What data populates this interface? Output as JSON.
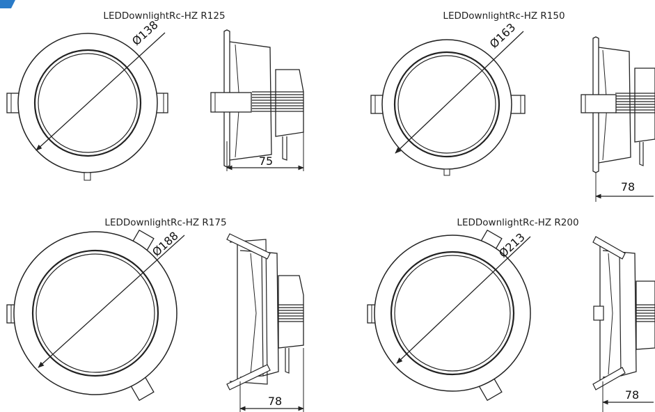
{
  "colors": {
    "accent": "#2a7bc8",
    "line": "#222222"
  },
  "products": [
    {
      "id": "r125",
      "label": "LEDDownlightRc-HZ R125",
      "diameter": "Ø138",
      "depth": "75"
    },
    {
      "id": "r150",
      "label": "LEDDownlightRc-HZ R150",
      "diameter": "Ø163",
      "depth": "78"
    },
    {
      "id": "r175",
      "label": "LEDDownlightRc-HZ R175",
      "diameter": "Ø188",
      "depth": "78"
    },
    {
      "id": "r200",
      "label": "LEDDownlightRc-HZ R200",
      "diameter": "Ø213",
      "depth": "78"
    }
  ]
}
